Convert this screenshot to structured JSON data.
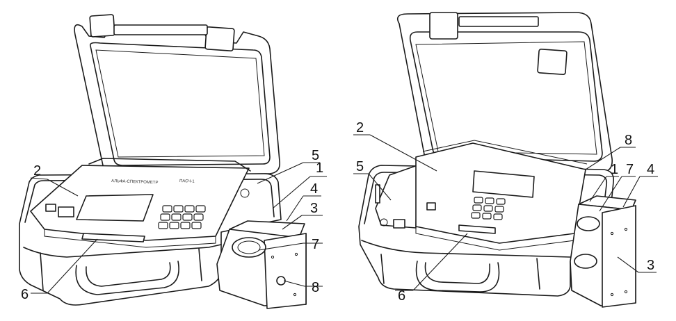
{
  "left_view": {
    "panel_text": [
      "АЛЬФА-СПЕКТРОМЕТР",
      "ПАСЧ-1"
    ],
    "callouts": [
      "1",
      "2",
      "3",
      "4",
      "5",
      "6",
      "7",
      "8"
    ]
  },
  "right_view": {
    "callouts": [
      "1",
      "2",
      "3",
      "4",
      "5",
      "6",
      "7",
      "8"
    ]
  }
}
